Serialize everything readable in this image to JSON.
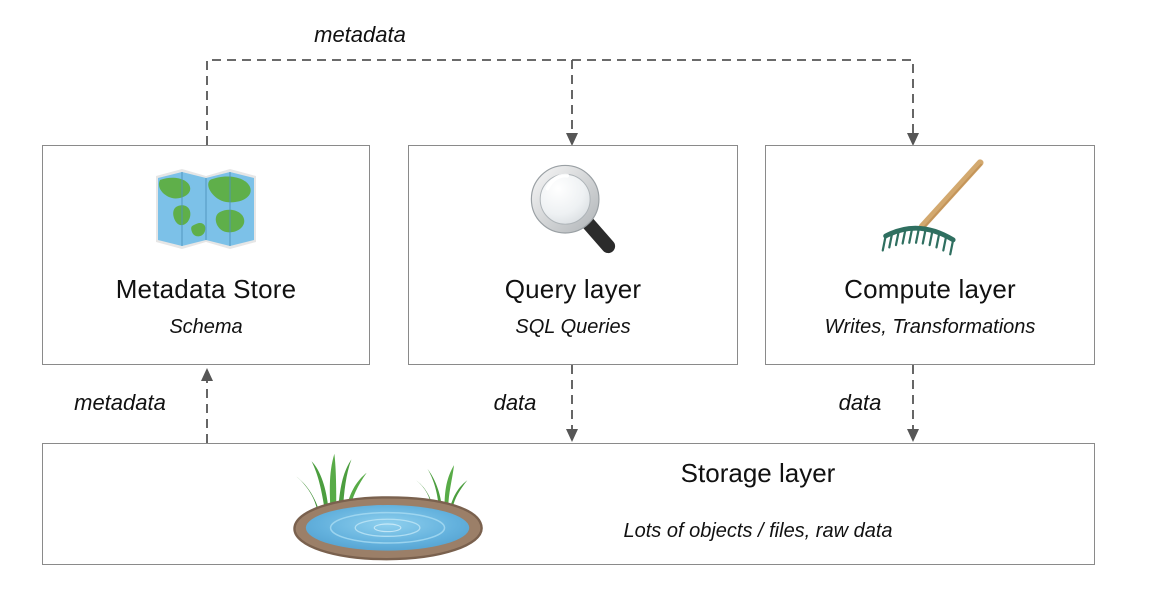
{
  "diagram": {
    "boxes": {
      "metadata_store": {
        "title": "Metadata Store",
        "subtitle": "Schema",
        "icon": "world-map-icon"
      },
      "query_layer": {
        "title": "Query layer",
        "subtitle": "SQL Queries",
        "icon": "magnifying-glass-icon"
      },
      "compute_layer": {
        "title": "Compute layer",
        "subtitle": "Writes, Transformations",
        "icon": "rake-icon"
      },
      "storage_layer": {
        "title": "Storage layer",
        "subtitle": "Lots of objects / files, raw data",
        "icon": "pond-icon"
      }
    },
    "edges": {
      "metadata_to_query_and_compute": {
        "label": "metadata"
      },
      "storage_to_metadata_store": {
        "label": "metadata"
      },
      "query_to_storage": {
        "label": "data"
      },
      "compute_to_storage": {
        "label": "data"
      }
    },
    "colors": {
      "box_border": "#8a8a8a",
      "arrow": "#565656",
      "text": "#111111",
      "map_water": "#7cc1e8",
      "map_land": "#5faf4a",
      "pond_water": "#63b1dd",
      "pond_rim": "#9b7f68",
      "grass": "#4c9e3f",
      "rake_handle": "#d3a96f",
      "rake_head": "#2f6f60"
    }
  }
}
